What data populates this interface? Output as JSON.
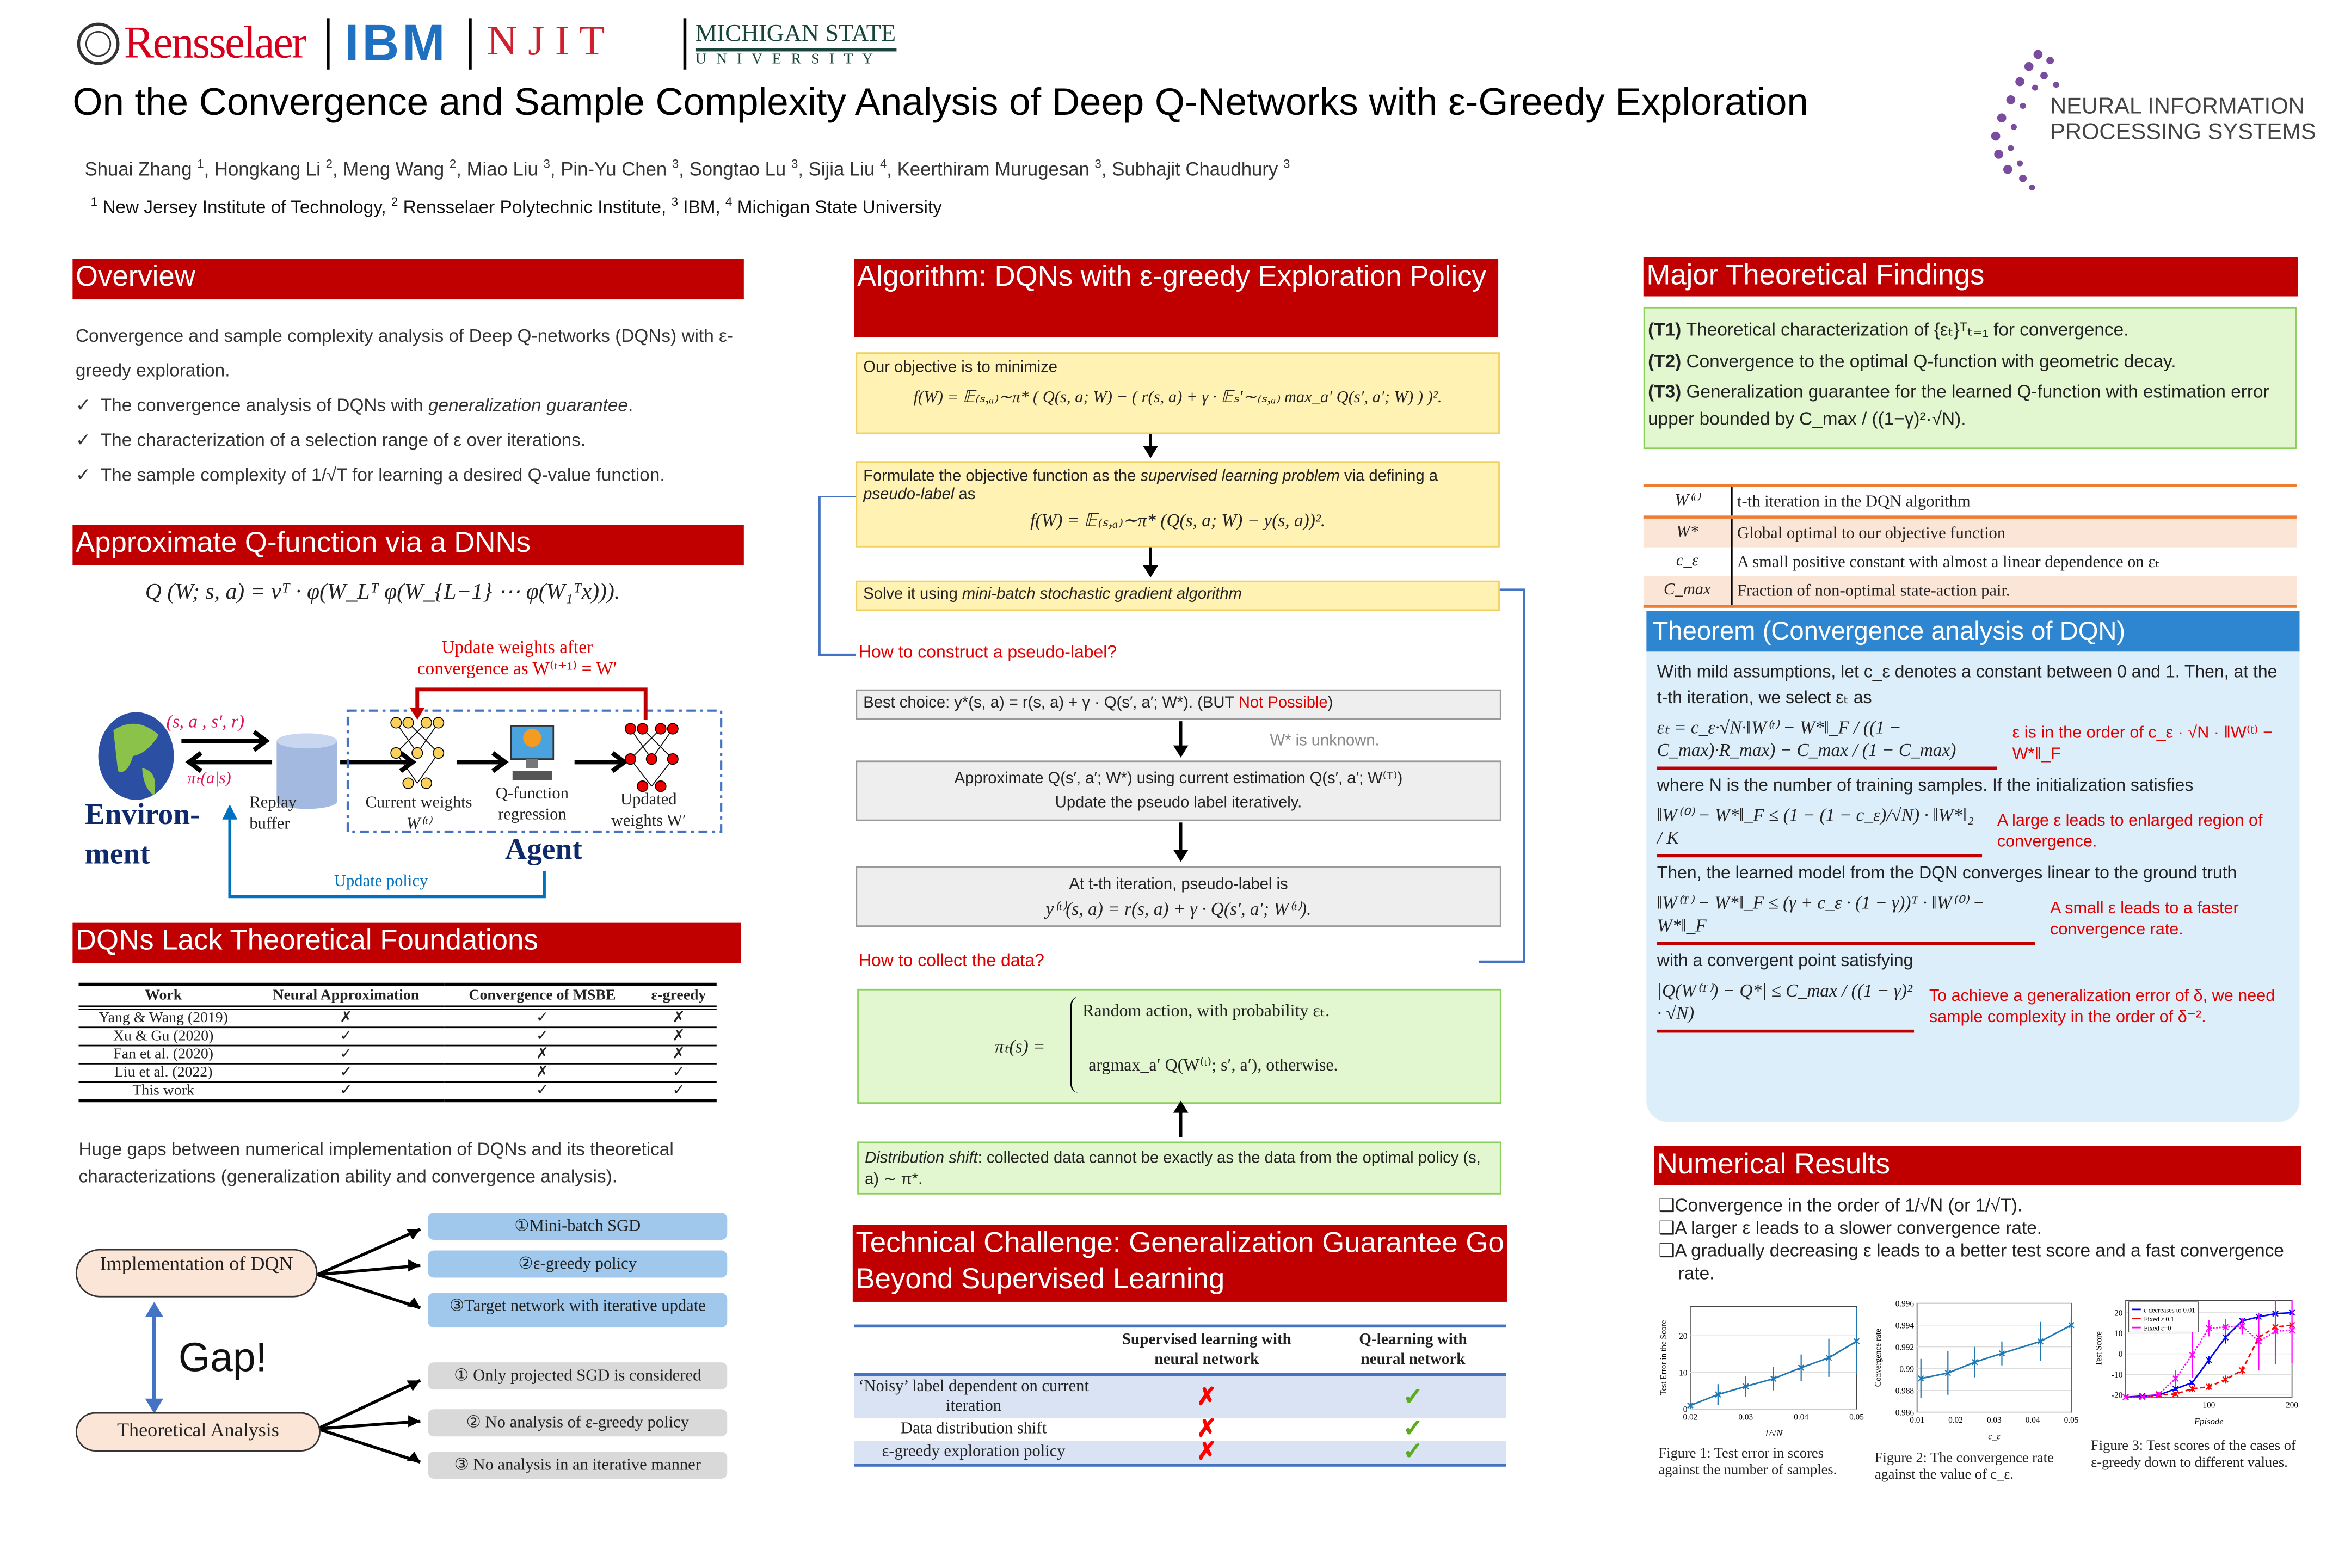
{
  "logos": {
    "rensselaer": "Rensselaer",
    "ibm": "IBM",
    "njit": "N J I T",
    "msu_top": "MICHIGAN STATE",
    "msu_bottom": "U N I V E R S I T Y",
    "neurips_line1": "NEURAL INFORMATION",
    "neurips_line2": "PROCESSING SYSTEMS"
  },
  "title": "On the Convergence and Sample Complexity Analysis of Deep Q-Networks with ε-Greedy Exploration",
  "authors": [
    {
      "name": "Shuai Zhang",
      "aff": "1"
    },
    {
      "name": "Hongkang Li",
      "aff": "2"
    },
    {
      "name": "Meng Wang",
      "aff": "2"
    },
    {
      "name": "Miao Liu",
      "aff": "3"
    },
    {
      "name": "Pin-Yu Chen",
      "aff": "3"
    },
    {
      "name": "Songtao Lu",
      "aff": "3"
    },
    {
      "name": "Sijia Liu",
      "aff": "4"
    },
    {
      "name": "Keerthiram Murugesan",
      "aff": "3"
    },
    {
      "name": "Subhajit Chaudhury",
      "aff": "3"
    }
  ],
  "affiliations": [
    {
      "num": "1",
      "name": "New Jersey Institute of Technology,"
    },
    {
      "num": "2",
      "name": "Rensselaer Polytechnic Institute,"
    },
    {
      "num": "3",
      "name": "IBM,"
    },
    {
      "num": "4",
      "name": "Michigan State University"
    }
  ],
  "colors": {
    "header_red": "#c00000",
    "theorem_blue": "#2e86d1",
    "theorem_bg": "#ddeefb",
    "yellow_box": "#fff2b3",
    "green_box": "#e2f7cf",
    "pill_blue": "#9fc8ec"
  },
  "overview": {
    "title": "Overview",
    "intro": "Convergence and sample complexity analysis of Deep Q-networks (DQNs) with ε-greedy exploration.",
    "check_icon": "✓",
    "items": [
      {
        "pre": "The convergence analysis of DQNs with ",
        "em": "generalization guarantee",
        "post": "."
      },
      {
        "pre": "The characterization of a selection range of ε over iterations.",
        "em": "",
        "post": ""
      },
      {
        "pre": "The sample complexity of 1/√T for learning a desired Q-value function.",
        "em": "",
        "post": ""
      }
    ]
  },
  "approx": {
    "title": "Approximate Q-function via a DNNs",
    "formula": "Q (W; s, a) = vᵀ · φ(W_Lᵀ φ(W_{L−1} ⋯ φ(W₁ᵀx))).",
    "diagram": {
      "update_weights_1": "Update weights after",
      "update_weights_2": "convergence as W⁽ᵗ⁺¹⁾ = W′",
      "transition": "(s, a , s′, r)",
      "policy": "πₜ(a|s)",
      "env_1": "Environ-",
      "env_2": "ment",
      "replay_1": "Replay",
      "replay_2": "buffer",
      "current_1": "Current weights",
      "current_2": "W⁽ᵗ⁾",
      "qreg_1": "Q-function",
      "qreg_2": "regression",
      "updated_1": "Updated",
      "updated_2": "weights W′",
      "agent": "Agent",
      "update_policy": "Update policy"
    }
  },
  "lack": {
    "title": "DQNs Lack Theoretical Foundations",
    "table": {
      "headers": [
        "Work",
        "Neural Approximation",
        "Convergence of MSBE",
        "ε-greedy"
      ],
      "rows": [
        [
          "Yang & Wang (2019)",
          "✗",
          "✓",
          "✗"
        ],
        [
          "Xu & Gu (2020)",
          "✓",
          "✓",
          "✗"
        ],
        [
          "Fan et al. (2020)",
          "✓",
          "✗",
          "✗"
        ],
        [
          "Liu et al. (2022)",
          "✓",
          "✗",
          "✓"
        ],
        [
          "This work",
          "✓",
          "✓",
          "✓"
        ]
      ]
    },
    "text": "Huge gaps between numerical implementation of DQNs and its theoretical characterizations (generalization ability and convergence analysis).",
    "gap": {
      "impl": "Implementation of DQN",
      "theory": "Theoretical Analysis",
      "gap": "Gap!",
      "impl_items": [
        "①Mini-batch SGD",
        "②ε-greedy policy",
        "③Target network with iterative update"
      ],
      "theory_items": [
        "① Only projected SGD is considered",
        "② No analysis of ε-greedy policy",
        "③ No analysis in an iterative manner"
      ]
    }
  },
  "algorithm": {
    "title": "Algorithm: DQNs with ε-greedy Exploration Policy",
    "box1": {
      "label": "Our objective is to minimize",
      "formula": "f(W) = 𝔼₍ₛ,ₐ₎∼π* ( Q(s, a; W) − ( r(s, a) + γ · 𝔼ₛ′∼₍ₛ,ₐ₎ max_a′ Q(s′, a′; W) ) )²."
    },
    "box2": {
      "pre": "Formulate the objective function as the ",
      "em1": "supervised learning problem",
      "mid": " via defining a ",
      "em2": "pseudo-label",
      "post": " as",
      "formula": "f(W) = 𝔼₍ₛ,ₐ₎∼π* (Q(s, a; W) − y(s, a))²."
    },
    "box3": {
      "pre": "Solve it using ",
      "em": "mini-batch stochastic gradient algorithm"
    },
    "q1": "How to construct a pseudo-label?",
    "best": {
      "pre": "Best choice: y*(s, a) = r(s, a) + γ · Q(s′, a′; W*). (BUT ",
      "red": "Not Possible",
      "post": ")"
    },
    "unknown": "W* is unknown.",
    "approx": {
      "line1": "Approximate Q(s′, a′; W*) using current estimation Q(s′, a′; W⁽ᵀ⁾)",
      "line2": "Update the pseudo label iteratively."
    },
    "iter": {
      "line1": "At t-th iteration, pseudo-label is",
      "line2": "y⁽ᵗ⁾(s, a) = r(s, a) + γ · Q(s′, a′; W⁽ᵗ⁾)."
    },
    "q2": "How to collect the data?",
    "policy": {
      "lhs": "πₜ(s) =",
      "case1": "Random action, with probability εₜ.",
      "case2": "argmax_a′ Q(W⁽ᵗ⁾; s′, a′), otherwise."
    },
    "shift": {
      "em": "Distribution shift",
      "text": ": collected data cannot be exactly as the data from the optimal policy (s, a) ∼ π*."
    }
  },
  "challenge": {
    "title": "Technical Challenge: Generalization Guarantee Go Beyond Supervised Learning",
    "headers": [
      "",
      "Supervised learning with neural network",
      "Q-learning with neural network"
    ],
    "rows": [
      [
        "‘Noisy’ label dependent on current iteration",
        "✗",
        "✓"
      ],
      [
        "Data distribution shift",
        "✗",
        "✓"
      ],
      [
        "ε-greedy exploration policy",
        "✗",
        "✓"
      ]
    ]
  },
  "findings": {
    "title": "Major Theoretical Findings",
    "items": [
      {
        "tag": "(T1)",
        "text": "Theoretical characterization of {εₜ}ᵀₜ₌₁ for convergence."
      },
      {
        "tag": "(T2)",
        "text": "Convergence to the optimal Q-function with geometric decay."
      },
      {
        "tag": "(T3)",
        "text": "Generalization guarantee for the learned Q-function with estimation error upper bounded by C_max / ((1−γ)²·√N)."
      }
    ],
    "notation": [
      [
        "W⁽ᵗ⁾",
        "t-th iteration in the DQN algorithm"
      ],
      [
        "W*",
        "Global optimal to our objective function"
      ],
      [
        "c_ε",
        "A small positive constant with almost a linear dependence on εₜ"
      ],
      [
        "C_max",
        "Fraction of non-optimal state-action pair."
      ]
    ]
  },
  "theorem": {
    "title": "Theorem (Convergence analysis of DQN)",
    "intro": "With mild assumptions, let c_ε denotes a constant between 0 and 1. Then, at the t-th iteration, we select εₜ as",
    "eq1": "εₜ = c_ε·√N·‖W⁽ᵗ⁾ − W*‖_F / ((1 − C_max)·R_max) − C_max / (1 − C_max)",
    "note1": "ε is in the order of c_ε · √N · ‖W⁽ᵗ⁾ − W*‖_F",
    "text2": "where N is the number of training samples. If the initialization satisfies",
    "eq2": "‖W⁽⁰⁾ − W*‖_F ≤ (1 − (1 − c_ε)/√N) · ‖W*‖₂ / K",
    "note2": "A large ε leads to enlarged region of convergence.",
    "text3": "Then, the learned model from the DQN converges linear to the ground truth",
    "eq3": "‖W⁽ᵀ⁾ − W*‖_F ≤ (γ + c_ε · (1 − γ))ᵀ · ‖W⁽⁰⁾ − W*‖_F",
    "note3": "A small ε leads to a faster convergence rate.",
    "text4": "with a convergent point satisfying",
    "eq4": "|Q(W⁽ᵀ⁾) − Q*| ≤ C_max / ((1 − γ)² · √N)",
    "note4": "To achieve a generalization error of δ, we need sample complexity in the order of δ⁻²."
  },
  "numerical": {
    "title": "Numerical Results",
    "bullet_icon": "❑",
    "bullets": [
      "Convergence in the order of 1/√N (or 1/√T).",
      "A larger ε leads to a slower convergence rate.",
      "A gradually decreasing ε leads to a better test score and a fast convergence rate."
    ],
    "captions": [
      "Figure 1: Test error in scores against the number of samples.",
      "Figure 2: The convergence rate against the value of c_ε.",
      "Figure 3: Test scores of the cases of ε-greedy down to different values."
    ]
  },
  "chart_data": [
    {
      "type": "line",
      "title": "",
      "xlabel": "1/√N",
      "ylabel": "Test Error in the Score",
      "x": [
        0.02,
        0.025,
        0.03,
        0.035,
        0.04,
        0.045,
        0.05
      ],
      "xlim": [
        0.02,
        0.05
      ],
      "ylim": [
        0,
        28
      ],
      "xticks": [
        "0.02",
        "0.03",
        "0.04",
        "0.05"
      ],
      "xtick_values": [
        0.02,
        0.03,
        0.04,
        0.05
      ],
      "yticks": [
        "0",
        "10",
        "20"
      ],
      "ytick_values": [
        0,
        10,
        20
      ],
      "series": [
        {
          "name": "test error",
          "color": "#1f77b4",
          "values": [
            1,
            4,
            6.2,
            8.3,
            11.3,
            14,
            18.5
          ],
          "errors": [
            0.8,
            2.8,
            2.8,
            3.2,
            3.6,
            5.2,
            9
          ]
        }
      ]
    },
    {
      "type": "line",
      "title": "",
      "xlabel": "c_ε",
      "ylabel": "Convergence rate",
      "x": [
        0.011,
        0.018,
        0.025,
        0.032,
        0.042,
        0.05
      ],
      "xlim": [
        0.01,
        0.05
      ],
      "ylim": [
        0.986,
        0.996
      ],
      "xticks": [
        "0.01",
        "0.02",
        "0.03",
        "0.04",
        "0.05"
      ],
      "xtick_values": [
        0.01,
        0.02,
        0.03,
        0.04,
        0.05
      ],
      "yticks": [
        "0.986",
        "0.988",
        "0.99",
        "0.992",
        "0.994",
        "0.996"
      ],
      "ytick_values": [
        0.986,
        0.988,
        0.99,
        0.992,
        0.994,
        0.996
      ],
      "series": [
        {
          "name": "convergence rate",
          "color": "#1f77b4",
          "values": [
            0.9891,
            0.9896,
            0.9906,
            0.9914,
            0.9925,
            0.994
          ],
          "errors": [
            0.0018,
            0.002,
            0.0014,
            0.0011,
            0.0018,
            0.0008
          ]
        }
      ]
    },
    {
      "type": "line",
      "title": "",
      "xlabel": "Episode",
      "ylabel": "Test Score",
      "x": [
        0,
        20,
        40,
        60,
        80,
        100,
        120,
        140,
        160,
        180,
        200
      ],
      "xlim": [
        0,
        200
      ],
      "ylim": [
        -21,
        26
      ],
      "xticks": [
        "100",
        "200"
      ],
      "xtick_values": [
        100,
        200
      ],
      "yticks": [
        "-20",
        "-10",
        "0",
        "10",
        "20"
      ],
      "ytick_values": [
        -20,
        -10,
        0,
        10,
        20
      ],
      "legend": "top-left",
      "series": [
        {
          "name": "ε decreases to 0.01",
          "color": "#0000ff",
          "values": [
            -21,
            -20.5,
            -20,
            -17,
            -14,
            -3,
            8,
            16,
            18,
            19.5,
            20
          ],
          "errors": [
            0.5,
            0.5,
            0.8,
            1,
            1,
            2,
            3,
            1.5,
            1.5,
            1,
            0.8
          ]
        },
        {
          "name": "Fixed ε 0.1",
          "color": "#ff0000",
          "values": [
            -21,
            -21,
            -20,
            -19.5,
            -17,
            -16,
            -12.5,
            -8,
            8,
            13,
            14
          ],
          "errors": [
            0.5,
            0.5,
            0.8,
            1,
            1.5,
            1.5,
            2,
            2,
            3,
            2,
            2
          ]
        },
        {
          "name": "Fixed ε=0",
          "color": "#ff00ff",
          "values": [
            -21,
            -21,
            -19.5,
            -12,
            -0.5,
            12.5,
            13,
            13.5,
            6,
            11,
            11.5
          ],
          "errors": [
            0.5,
            0.5,
            1,
            4,
            11,
            4,
            4,
            4,
            14,
            16,
            16
          ]
        }
      ]
    }
  ]
}
